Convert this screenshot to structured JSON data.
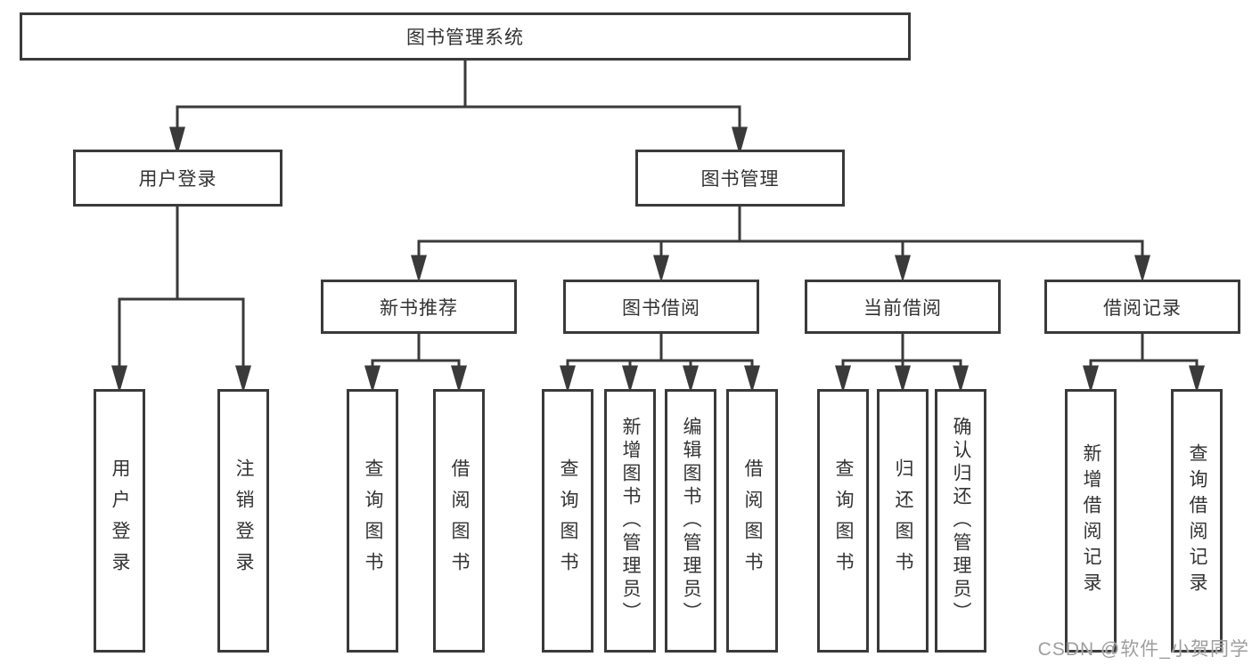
{
  "tree": {
    "root": "图书管理系统",
    "branches": [
      {
        "label": "用户登录",
        "leaves": [
          "用户登录",
          "注销登录"
        ]
      },
      {
        "label": "图书管理",
        "groups": [
          {
            "label": "新书推荐",
            "leaves": [
              "查询图书",
              "借阅图书"
            ]
          },
          {
            "label": "图书借阅",
            "leaves": [
              "查询图书",
              "新增图书（管理员）",
              "编辑图书（管理员）",
              "借阅图书"
            ]
          },
          {
            "label": "当前借阅",
            "leaves": [
              "查询图书",
              "归还图书",
              "确认归还（管理员）"
            ]
          },
          {
            "label": "借阅记录",
            "leaves": [
              "新增借阅记录",
              "查询借阅记录"
            ]
          }
        ]
      }
    ]
  },
  "watermark": {
    "text": "CSDN @软件_小贺同学"
  },
  "colors": {
    "line": "#3a3a3a",
    "text": "#333333",
    "watermark_text": "#9e9e9e",
    "background": "#ffffff"
  }
}
